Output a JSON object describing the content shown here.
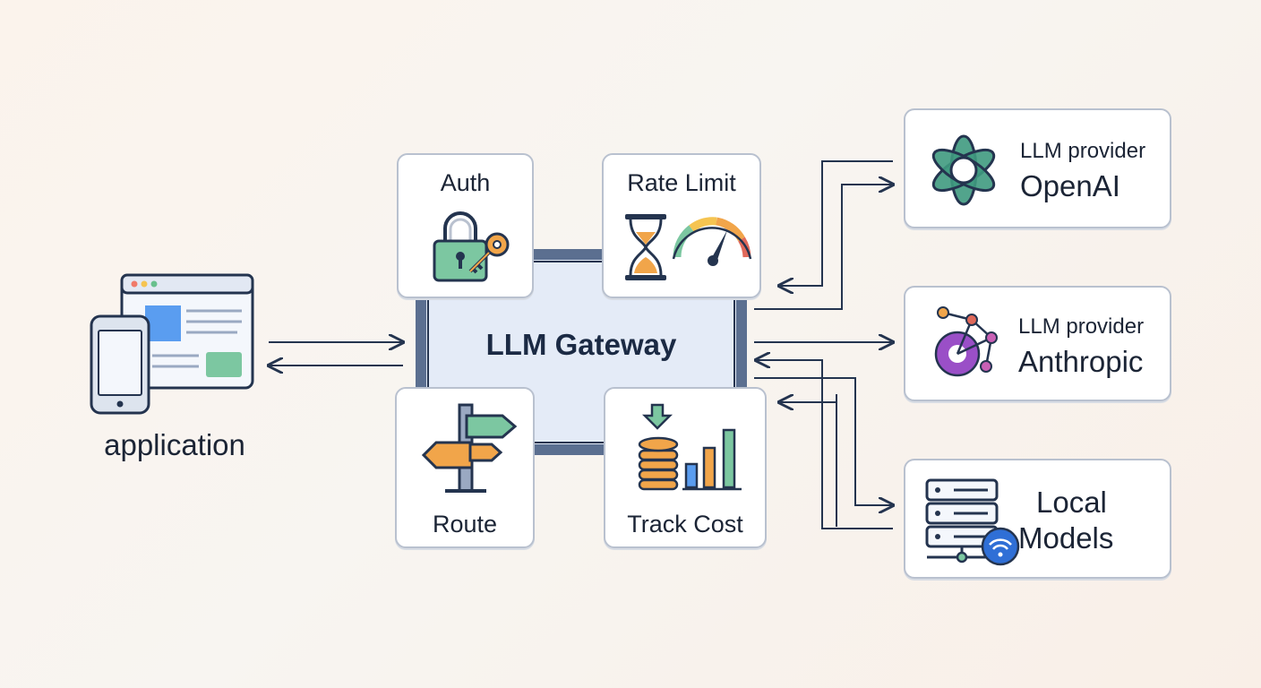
{
  "application": {
    "label": "application",
    "icon": "app-devices-icon"
  },
  "gateway": {
    "label": "LLM Gateway"
  },
  "modules": [
    {
      "label": "Auth",
      "icon": "lock-key-icon"
    },
    {
      "label": "Rate Limit",
      "icon": "hourglass-gauge-icon"
    },
    {
      "label": "Route",
      "icon": "signpost-icon"
    },
    {
      "label": "Track Cost",
      "icon": "coins-chart-icon"
    }
  ],
  "providers": [
    {
      "caption": "LLM provider",
      "name": "OpenAI",
      "icon": "openai-logo-icon",
      "color": "#3f9a80"
    },
    {
      "caption": "LLM provider",
      "name": "Anthropic",
      "icon": "anthropic-logo-icon",
      "color": "#9a4fc7"
    },
    {
      "lines": [
        "Local",
        "Models"
      ],
      "icon": "server-wifi-icon",
      "color": "#2f6fd6"
    }
  ],
  "colors": {
    "stroke": "#24344f",
    "gateway_fill": "#e4ebf7",
    "gateway_frame": "#5b6f90",
    "green": "#7cc7a1",
    "orange": "#f1a54a",
    "blue": "#5a9df0"
  }
}
